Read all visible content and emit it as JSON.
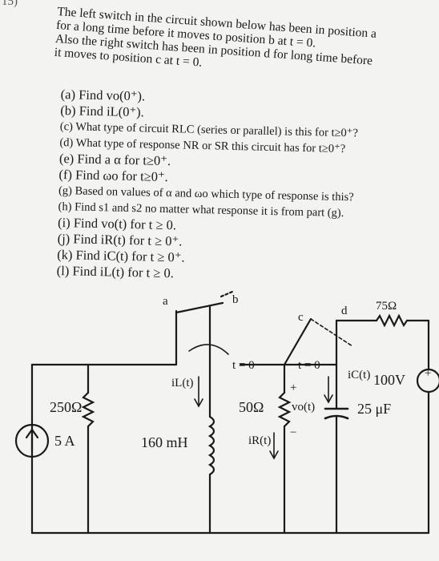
{
  "problem_number": "15)",
  "prompt_lines": [
    "The left switch in the circuit shown below has been in position a",
    "for a long time before it moves to position b at t = 0.",
    "Also the right switch has been in position d for long time before",
    "it moves to position c at t = 0."
  ],
  "questions": [
    "(a) Find vo(0⁺).",
    "(b) Find iL(0⁺).",
    "(c) What type of circuit RLC (series or parallel) is this for t≥0⁺?",
    "(d) What type of response NR or SR this circuit has for t≥0⁺?",
    "(e) Find a α for t≥0⁺.",
    "(f) Find ωo for t≥0⁺.",
    "(g) Based on values of α and ωo which type of response is this?",
    "(h) Find s1 and s2 no matter what response it is from part (g).",
    "(i) Find vo(t) for t ≥ 0.",
    "(j) Find iR(t) for t ≥ 0⁺.",
    "(k) Find iC(t) for t ≥ 0⁺.",
    "(l) Find iL(t) for t ≥ 0."
  ],
  "circuit": {
    "switch_a": "a",
    "switch_b": "b",
    "switch_c": "c",
    "switch_d": "d",
    "t0_left": "t = 0",
    "t0_right": "t = 0",
    "plus_sign": "+",
    "minus_sign": "−",
    "r1": "250Ω",
    "r2": "50Ω",
    "r3": "75Ω",
    "current_source": "5 A",
    "inductor": "160 mH",
    "capacitor": "25 μF",
    "voltage_source": "100V",
    "vs_plus": "+",
    "il_label": "iL(t)",
    "ir_label": "iR(t)",
    "ic_label": "iC(t)",
    "vo_label": "vo(t)"
  }
}
